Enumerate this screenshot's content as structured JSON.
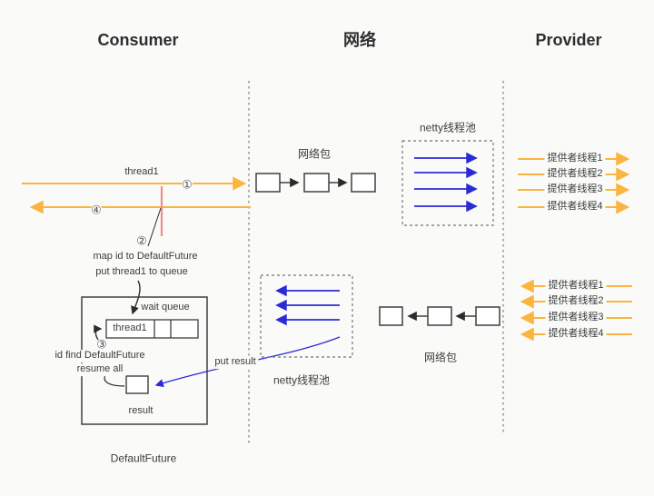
{
  "columns": {
    "consumer": "Consumer",
    "network": "网络",
    "provider": "Provider"
  },
  "steps": {
    "s1": "①",
    "s2": "②",
    "s3": "③",
    "s4": "④"
  },
  "consumer": {
    "thread_label": "thread1",
    "map_line1": "map id to DefaultFuture",
    "map_line2": "put thread1 to queue",
    "wait_queue_label": "wait queue",
    "queue_cell1": "thread1",
    "find_line1": "id find DefaultFuture",
    "find_line2": "resume all",
    "put_result_label": "put result",
    "result_label": "result",
    "future_box_label": "DefaultFuture"
  },
  "network": {
    "packet_label_top": "网络包",
    "packet_label_bottom": "网络包",
    "netty_pool_top": "netty线程池",
    "netty_pool_bottom": "netty线程池"
  },
  "provider": {
    "request_threads": [
      "提供者线程1",
      "提供者线程2",
      "提供者线程3",
      "提供者线程4"
    ],
    "response_threads": [
      "提供者线程1",
      "提供者线程2",
      "提供者线程3",
      "提供者线程4"
    ]
  },
  "colors": {
    "orange": "#fbb440",
    "blue": "#2b2bd5",
    "red": "#ef8e88",
    "dark": "#3f3f3f",
    "dash_gray": "#9b9b9b",
    "background": "#fafaf9"
  }
}
